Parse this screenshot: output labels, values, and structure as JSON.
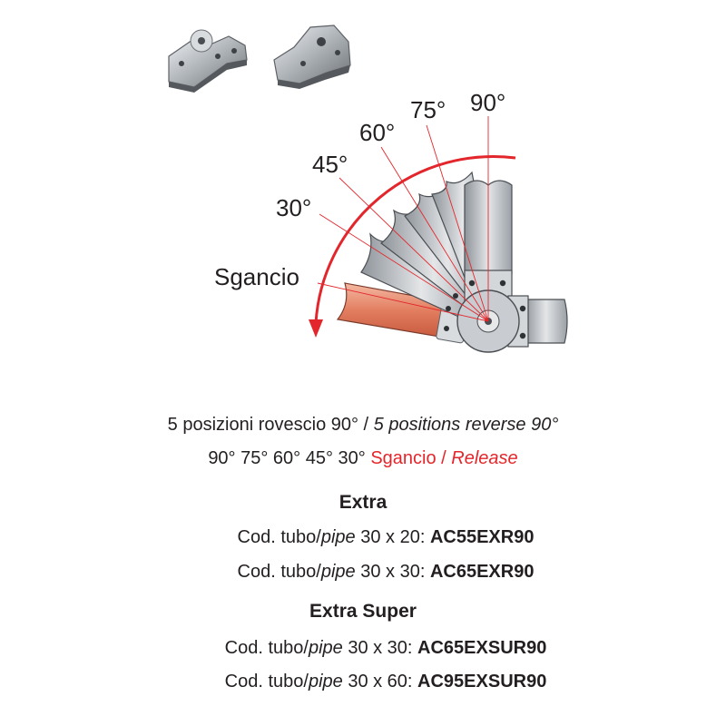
{
  "diagram": {
    "labels": {
      "a90": "90°",
      "a75": "75°",
      "a60": "60°",
      "a45": "45°",
      "a30": "30°",
      "release": "Sgancio"
    },
    "colors": {
      "arrow": "#e3262b",
      "tube_gray": "#bfc3c8",
      "tube_release": "#e58a6d",
      "leader": "#e3262b"
    }
  },
  "caption": {
    "line1_it": "5 posizioni rovescio 90°",
    "line1_sep": " / ",
    "line1_en": "5 positions reverse 90°",
    "line2_angles": "90° 75° 60° 45° 30° ",
    "line2_release_it": "Sgancio",
    "line2_sep": " / ",
    "line2_release_en": "Release"
  },
  "extra": {
    "title": "Extra",
    "rows": [
      {
        "prefix": "Cod. tubo/",
        "pipe": "pipe",
        "size": " 30 x 20: ",
        "code": "AC55EXR90"
      },
      {
        "prefix": "Cod. tubo/",
        "pipe": "pipe",
        "size": " 30 x 30: ",
        "code": "AC65EXR90"
      }
    ]
  },
  "extra_super": {
    "title": "Extra Super",
    "rows": [
      {
        "prefix": "Cod. tubo/",
        "pipe": "pipe",
        "size": " 30 x 30: ",
        "code": "AC65EXSUR90"
      },
      {
        "prefix": "Cod. tubo/",
        "pipe": "pipe",
        "size": " 30 x 60: ",
        "code": "AC95EXSUR90"
      }
    ]
  }
}
